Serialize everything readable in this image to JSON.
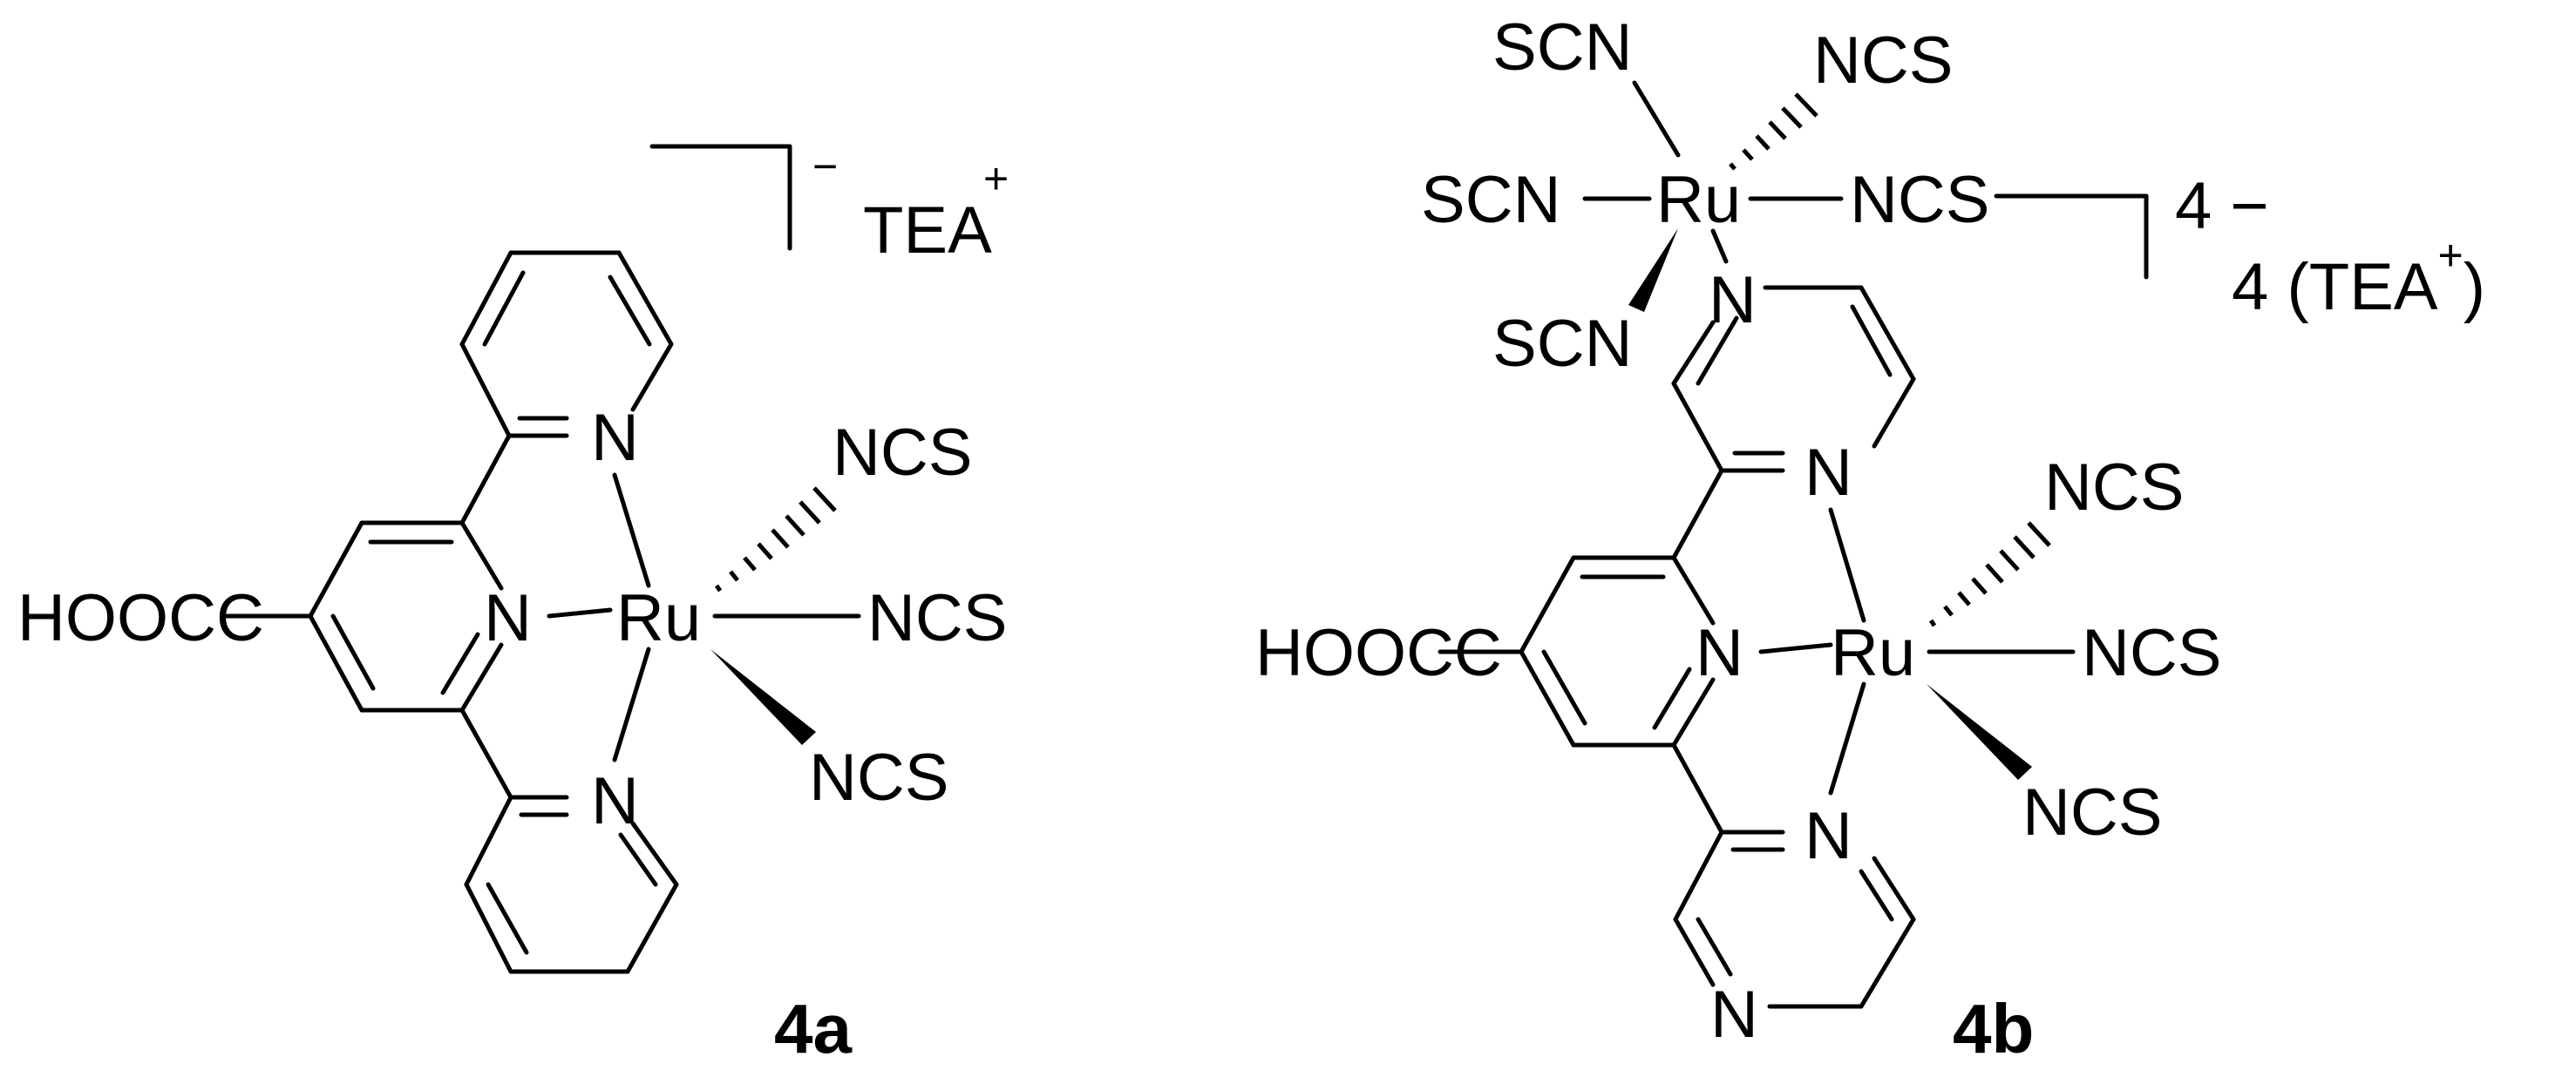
{
  "compounds": [
    {
      "id": "4a",
      "caption": "4a",
      "metal": "Ru",
      "nitrogen": "N",
      "substituent": "HOOC",
      "ligands": [
        "NCS",
        "NCS",
        "NCS"
      ],
      "charge": "−",
      "counterion": "TEA",
      "counterion_charge": "+"
    },
    {
      "id": "4b",
      "caption": "4b",
      "metal": "Ru",
      "nitrogen": "N",
      "substituent": "HOOC",
      "ligands": [
        "NCS",
        "NCS",
        "NCS"
      ],
      "top_metal": "Ru",
      "top_ligands": [
        "SCN",
        "SCN",
        "SCN",
        "NCS",
        "NCS"
      ],
      "charge": "4 −",
      "counterion_prefix": "4 (TEA",
      "counterion_charge": "+",
      "counterion_suffix": ")"
    }
  ]
}
